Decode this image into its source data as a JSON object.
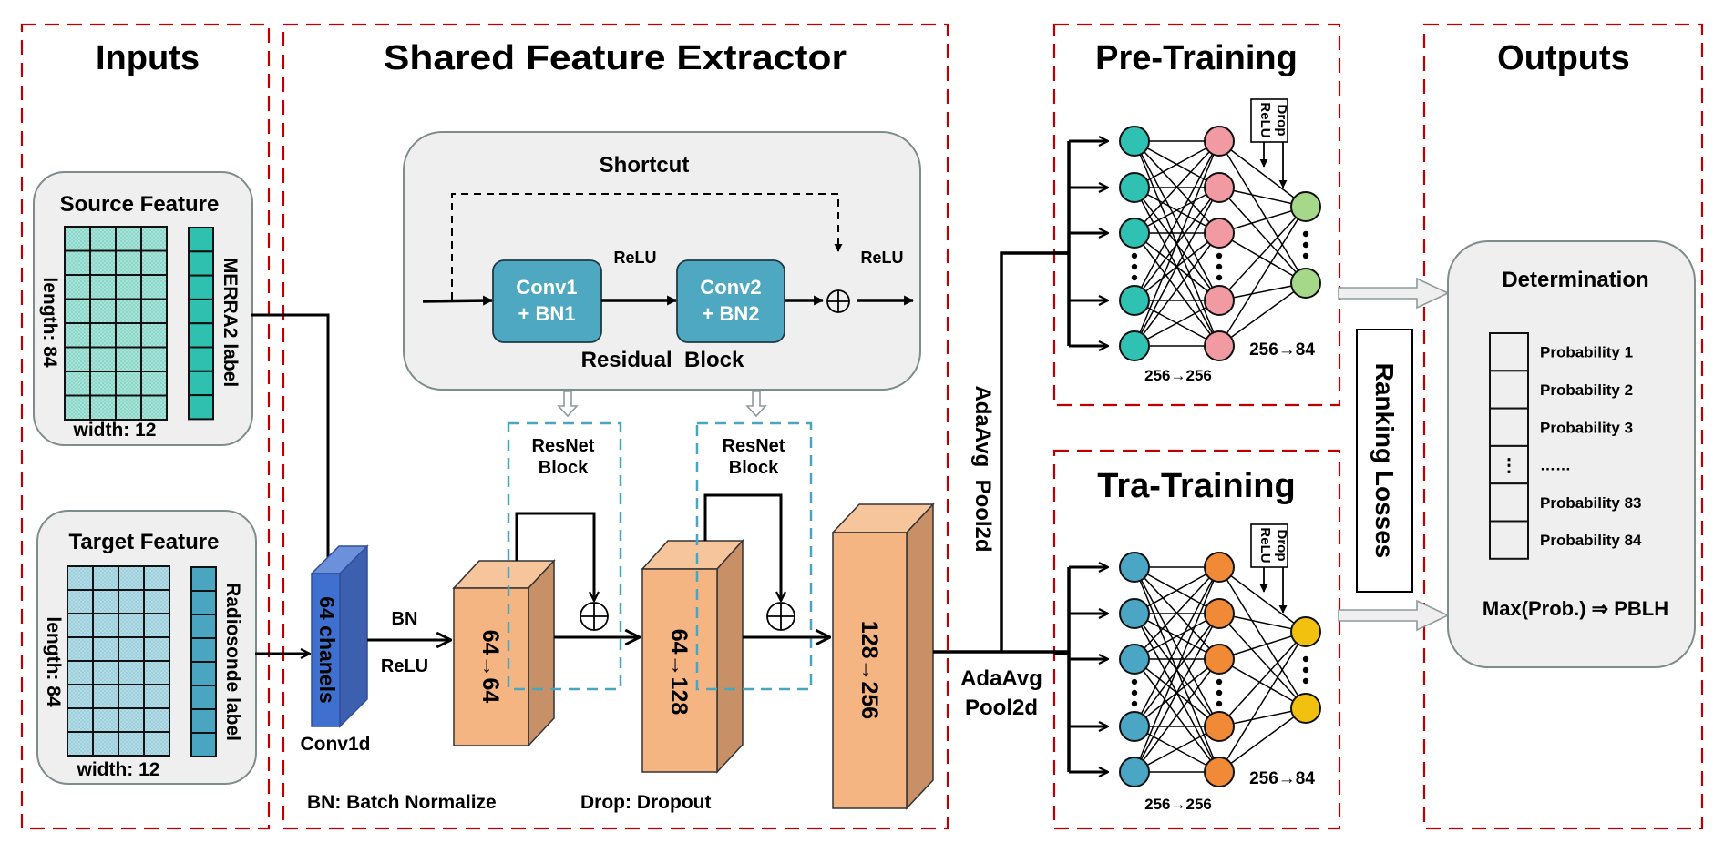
{
  "panels": {
    "inputs": {
      "title": "Inputs"
    },
    "shared": {
      "title": "Shared Feature Extractor"
    },
    "pretraining": {
      "title": "Pre-Training"
    },
    "tratraining": {
      "title": "Tra-Training"
    },
    "outputs": {
      "title": "Outputs"
    }
  },
  "inputs": {
    "source": {
      "title": "Source Feature",
      "length_label": "length: 84",
      "width_label": "width: 12",
      "label_bar": "MERRA2 label"
    },
    "target": {
      "title": "Target Feature",
      "length_label": "length: 84",
      "width_label": "width: 12",
      "label_bar": "Radiosonde label"
    }
  },
  "shared": {
    "residual_block": {
      "title": "Residual  Block",
      "shortcut_label": "Shortcut",
      "conv1_line1": "Conv1",
      "conv1_line2": "+ BN1",
      "conv2_line1": "Conv2",
      "conv2_line2": "+ BN2",
      "relu1": "ReLU",
      "relu2": "ReLU"
    },
    "conv1d": {
      "channels_label": "64 chanels",
      "caption": "Conv1d"
    },
    "bn_label": "BN",
    "relu_label": "ReLU",
    "resnet_block_1": {
      "line1": "ResNet",
      "line2": "Block"
    },
    "resnet_block_2": {
      "line1": "ResNet",
      "line2": "Block"
    },
    "cube1_label": "64→64",
    "cube2_label": "64→128",
    "cube3_label": "128→256",
    "legend_bn": "BN: Batch Normalize",
    "legend_drop": "Drop: Dropout"
  },
  "pooling": {
    "vertical_label": "AdaAvg  Pool2d",
    "horizontal_line1": "AdaAvg",
    "horizontal_line2": "Pool2d"
  },
  "pretraining": {
    "drop_label": "Drop",
    "relu_label": "ReLU",
    "layer1_caption": "256→256",
    "layer2_caption": "256→84"
  },
  "tratraining": {
    "drop_label": "Drop",
    "relu_label": "ReLU",
    "layer1_caption": "256→256",
    "layer2_caption": "256→84"
  },
  "ranking_losses": "Ranking Losses",
  "outputs": {
    "determination_title": "Determination",
    "probabilities": [
      "Probability 1",
      "Probability 2",
      "Probability 3",
      "……",
      "Probability 83",
      "Probability 84"
    ],
    "cell_ellipsis": "⋮",
    "formula": "Max(Prob.) ⇒ PBLH"
  },
  "colors": {
    "panel_border": "#c00000",
    "source_grid": "#9fe0d6",
    "source_label": "#2fc0b0",
    "target_grid": "#a9d7e3",
    "target_label": "#4aa6c0",
    "conv_box": "#4fa8c2",
    "conv1d_front": "#3f6fcf",
    "cube_front": "#f5b583",
    "pre_l1": "#2fc2b3",
    "pre_l2": "#f29aa2",
    "pre_l3": "#a6d88a",
    "tra_l1": "#4aa6c4",
    "tra_l2": "#f08a36",
    "tra_l3": "#f2c10f",
    "resnet_dash": "#4aa6c0"
  }
}
